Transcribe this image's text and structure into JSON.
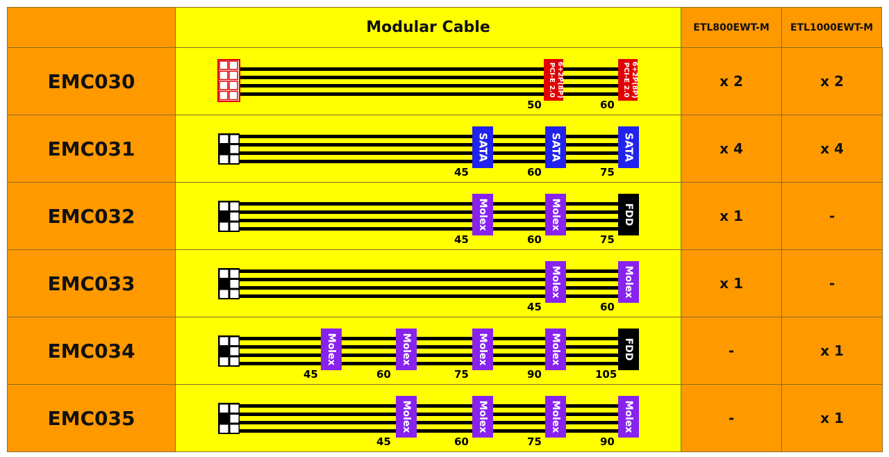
{
  "header": {
    "corner": "",
    "cable_title": "Modular Cable",
    "models": [
      "ETL800EWT-M",
      "ETL1000EWT-M"
    ]
  },
  "colors": {
    "orange": "#ff9900",
    "yellow": "#ffff00",
    "pcie": "#e00000",
    "sata": "#2222ee",
    "molex": "#8822ee",
    "fdd": "#000000"
  },
  "rows": [
    {
      "code": "EMC030",
      "plug": "red",
      "connectors": [
        {
          "type": "pcie",
          "label": "PCI-E 2.0 6+2P(8P)",
          "length": "50"
        },
        {
          "type": "pcie",
          "label": "PCI-E 2.0 6+2P(8P)",
          "length": "60"
        }
      ],
      "qty": [
        "x 2",
        "x 2"
      ]
    },
    {
      "code": "EMC031",
      "plug": "black",
      "connectors": [
        {
          "type": "sata",
          "label": "SATA",
          "length": "45"
        },
        {
          "type": "sata",
          "label": "SATA",
          "length": "60"
        },
        {
          "type": "sata",
          "label": "SATA",
          "length": "75"
        }
      ],
      "qty": [
        "x 4",
        "x 4"
      ]
    },
    {
      "code": "EMC032",
      "plug": "black",
      "connectors": [
        {
          "type": "molex",
          "label": "Molex",
          "length": "45"
        },
        {
          "type": "molex",
          "label": "Molex",
          "length": "60"
        },
        {
          "type": "fdd",
          "label": "FDD",
          "length": "75"
        }
      ],
      "qty": [
        "x 1",
        "-"
      ]
    },
    {
      "code": "EMC033",
      "plug": "black",
      "connectors": [
        {
          "type": "molex",
          "label": "Molex",
          "length": "45"
        },
        {
          "type": "molex",
          "label": "Molex",
          "length": "60"
        }
      ],
      "qty": [
        "x 1",
        "-"
      ]
    },
    {
      "code": "EMC034",
      "plug": "black",
      "connectors": [
        {
          "type": "molex",
          "label": "Molex",
          "length": "45"
        },
        {
          "type": "molex",
          "label": "Molex",
          "length": "60"
        },
        {
          "type": "molex",
          "label": "Molex",
          "length": "75"
        },
        {
          "type": "molex",
          "label": "Molex",
          "length": "90"
        },
        {
          "type": "fdd",
          "label": "FDD",
          "length": "105"
        }
      ],
      "qty": [
        "-",
        "x 1"
      ]
    },
    {
      "code": "EMC035",
      "plug": "black",
      "connectors": [
        {
          "type": "molex",
          "label": "Molex",
          "length": "45"
        },
        {
          "type": "molex",
          "label": "Molex",
          "length": "60"
        },
        {
          "type": "molex",
          "label": "Molex",
          "length": "75"
        },
        {
          "type": "molex",
          "label": "Molex",
          "length": "90"
        }
      ],
      "qty": [
        "-",
        "x 1"
      ]
    }
  ]
}
